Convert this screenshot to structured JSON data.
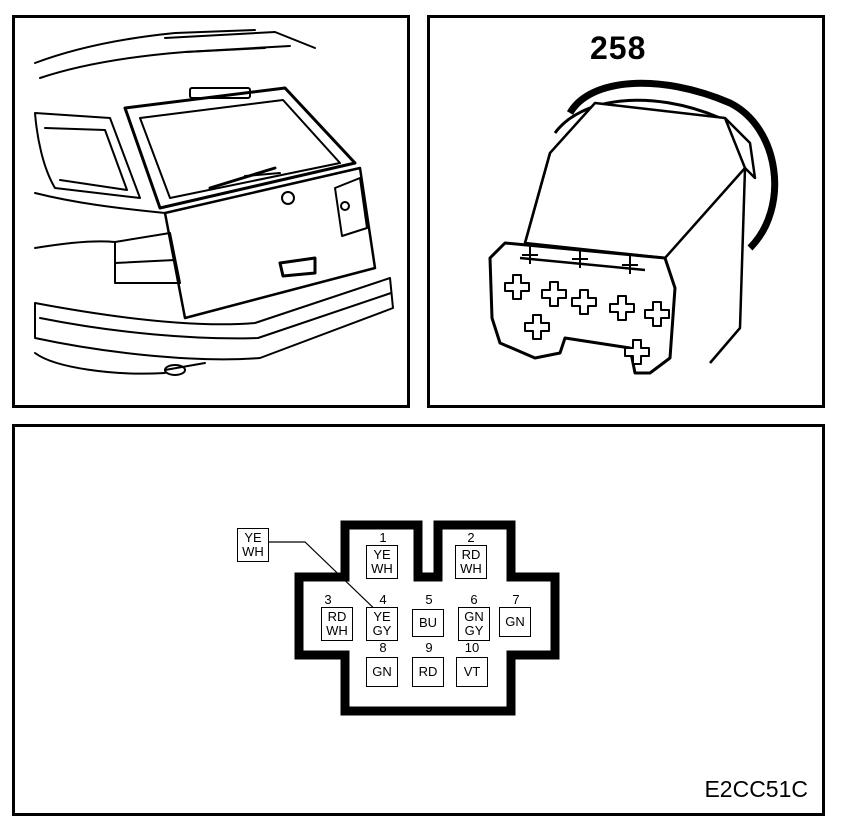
{
  "figure": {
    "part_number": "258",
    "reference_code": "E2CC51C"
  },
  "callout": {
    "line1": "YE",
    "line2": "WH"
  },
  "pins": [
    {
      "num": "1",
      "color1": "YE",
      "color2": "WH"
    },
    {
      "num": "2",
      "color1": "RD",
      "color2": "WH"
    },
    {
      "num": "3",
      "color1": "RD",
      "color2": "WH"
    },
    {
      "num": "4",
      "color1": "YE",
      "color2": "GY"
    },
    {
      "num": "5",
      "color1": "BU",
      "color2": ""
    },
    {
      "num": "6",
      "color1": "GN",
      "color2": "GY"
    },
    {
      "num": "7",
      "color1": "GN",
      "color2": ""
    },
    {
      "num": "8",
      "color1": "GN",
      "color2": ""
    },
    {
      "num": "9",
      "color1": "RD",
      "color2": ""
    },
    {
      "num": "10",
      "color1": "VT",
      "color2": ""
    }
  ]
}
